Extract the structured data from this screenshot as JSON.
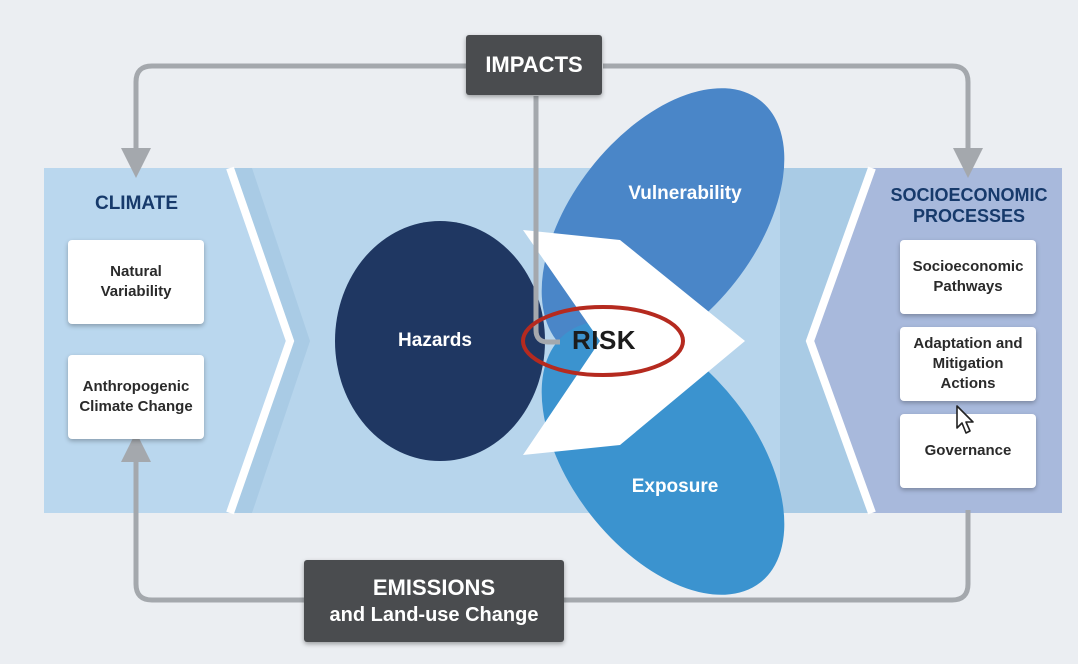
{
  "climate": {
    "title": "CLIMATE",
    "items": [
      "Natural\nVariability",
      "Anthropogenic\nClimate Change"
    ]
  },
  "socioeconomic": {
    "title": "SOCIOECONOMIC\nPROCESSES",
    "items": [
      "Socioeconomic\nPathways",
      "Adaptation and\nMitigation\nActions",
      "Governance"
    ]
  },
  "center": {
    "hazards": "Hazards",
    "vulnerability": "Vulnerability",
    "exposure": "Exposure",
    "risk": "RISK"
  },
  "impacts_label": "IMPACTS",
  "emissions": {
    "line1": "EMISSIONS",
    "line2": "and Land-use Change"
  },
  "colors": {
    "hazards": "#1f3762",
    "vulnerability": "#4a86c8",
    "exposure": "#3b93cf",
    "risk_ring": "#b52a1f",
    "connector": "#a4a8ad",
    "dark_box": "#4a4c4f"
  }
}
